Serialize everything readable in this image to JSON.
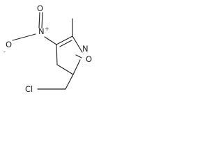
{
  "molecule": {
    "atoms": {
      "ring_oxygen": "O",
      "ring_nitrogen": "N",
      "nitro_nitrogen": "N",
      "nitro_nitrogen_charge": "+",
      "nitro_oxygen_top": "O",
      "nitro_oxygen_left": "O",
      "nitro_oxygen_left_charge": "-",
      "chlorine": "Cl"
    },
    "colors": {
      "line": "#222222",
      "background": "#ffffff"
    }
  }
}
